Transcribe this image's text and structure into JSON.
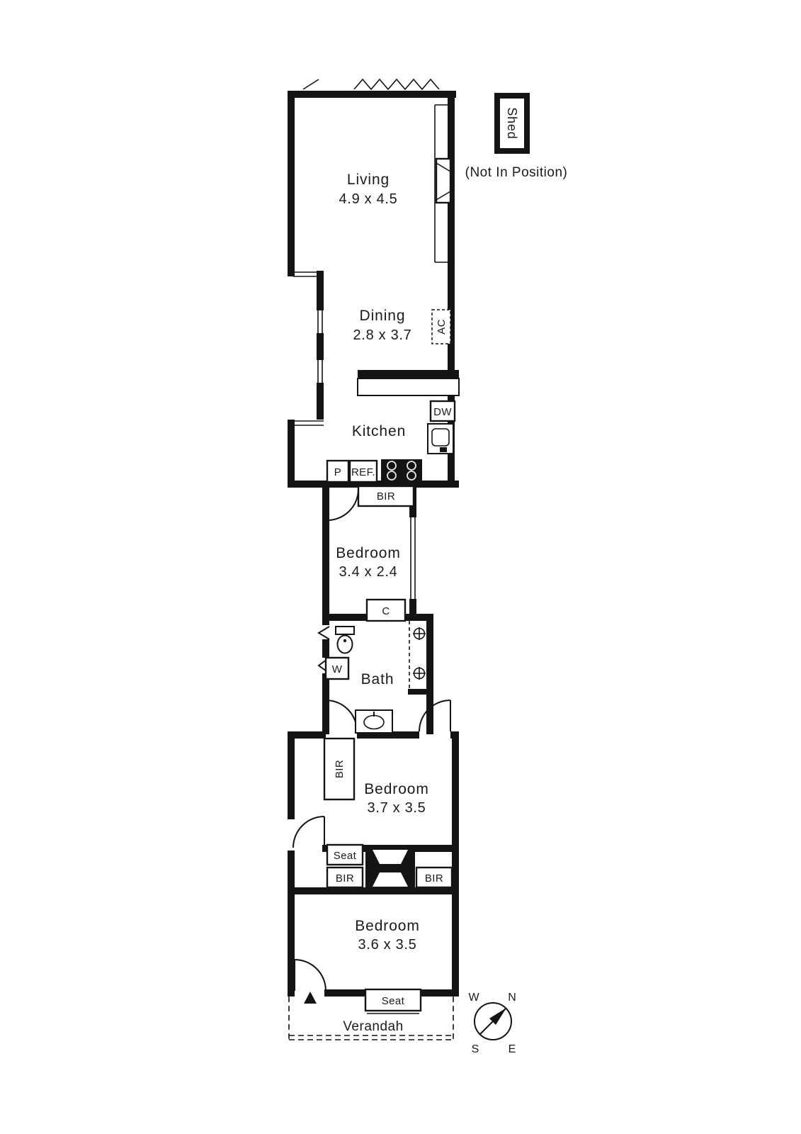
{
  "plan": {
    "rooms": {
      "living": {
        "name": "Living",
        "dims": "4.9 x 4.5"
      },
      "dining": {
        "name": "Dining",
        "dims": "2.8 x 3.7"
      },
      "kitchen": {
        "name": "Kitchen"
      },
      "bedroom1": {
        "name": "Bedroom",
        "dims": "3.4 x 2.4"
      },
      "bath": {
        "name": "Bath"
      },
      "bedroom2": {
        "name": "Bedroom",
        "dims": "3.7 x 3.5"
      },
      "bedroom3": {
        "name": "Bedroom",
        "dims": "3.6 x 3.5"
      },
      "verandah": {
        "name": "Verandah"
      }
    },
    "fixtures": {
      "shed": "Shed",
      "not_in_position": "(Not In Position)",
      "ac": "AC",
      "dw": "DW",
      "pantry": "P",
      "fridge": "REF.",
      "bir": "BIR",
      "closet": "C",
      "washer": "W",
      "seat": "Seat"
    },
    "compass": {
      "n": "N",
      "e": "E",
      "s": "S",
      "w": "W"
    },
    "colors": {
      "wall": "#141414",
      "text": "#1b1b1b",
      "background": "#ffffff"
    }
  }
}
